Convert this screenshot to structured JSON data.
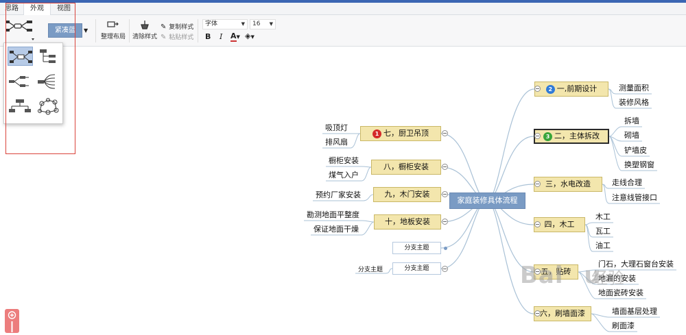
{
  "menubar": {
    "tabs": [
      {
        "label": "思路",
        "active": false
      },
      {
        "label": "外观",
        "active": true
      },
      {
        "label": "视图",
        "active": false
      }
    ]
  },
  "toolbar": {
    "theme_button": "紧凑蓝",
    "arrange_label": "整理布局",
    "clear_style_label": "清除样式",
    "copy_style_label": "复制样式",
    "paste_style_label": "粘贴样式",
    "font_placeholder": "字体",
    "font_size": "16",
    "bold": "B",
    "italic": "I",
    "font_color": "A"
  },
  "mindmap": {
    "root": "家庭装修具体流程",
    "right": [
      {
        "label": "一,前期设计",
        "badge": "2",
        "badge_color": "#2f7ad8",
        "children": [
          "测量面积",
          "装修风格"
        ]
      },
      {
        "label": "二，主体拆改",
        "badge": "3",
        "badge_color": "#3aa53a",
        "selected": true,
        "children": [
          "拆墙",
          "砌墙",
          "铲墙皮",
          "换塑钢窗"
        ]
      },
      {
        "label": "三，水电改造",
        "children": [
          "走线合理",
          "注意线管接口"
        ]
      },
      {
        "label": "四，木工",
        "children": [
          "木工",
          "瓦工",
          "油工"
        ]
      },
      {
        "label": "五，贴砖",
        "children": [
          "门石，大理石窗台安装",
          "地漏的安装",
          "地面瓷砖安装"
        ]
      },
      {
        "label": "六，刷墙面漆",
        "children": [
          "墙面基层处理",
          "刷面漆"
        ]
      }
    ],
    "left": [
      {
        "label": "七，厨卫吊顶",
        "badge": "1",
        "badge_color": "#d42a2a",
        "children": [
          "吸顶灯",
          "排风扇"
        ]
      },
      {
        "label": "八，橱柜安装",
        "children": [
          "橱柜安装",
          "煤气入户"
        ]
      },
      {
        "label": "九，木门安装",
        "children": [
          "预约厂家安装"
        ]
      },
      {
        "label": "十，地板安装",
        "children": [
          "勘测地面平整度",
          "保证地面干燥"
        ]
      },
      {
        "label": "分支主题",
        "children": []
      },
      {
        "label": "分支主题",
        "children": [
          "分支主题"
        ]
      }
    ]
  },
  "watermark": "Baidu 经验",
  "colors": {
    "node_fill": "#f3e6ad",
    "root_fill": "#7a9bc4",
    "link": "#a9c1d6",
    "top_accent": "#3b66b3",
    "highlight": "#d9433b"
  }
}
